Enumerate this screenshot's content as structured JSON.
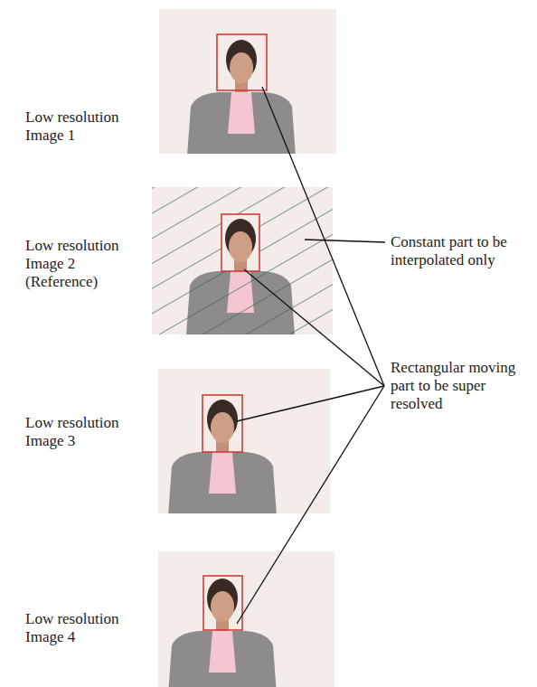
{
  "diagram": {
    "labels": [
      "Low resolution Image 1",
      "Low resolution Image 2 (Reference)",
      "Low resolution Image 3",
      "Low resolution Image 4",
      "Constant part to be interpolated only",
      "Rectangular moving part to be super resolved"
    ]
  }
}
